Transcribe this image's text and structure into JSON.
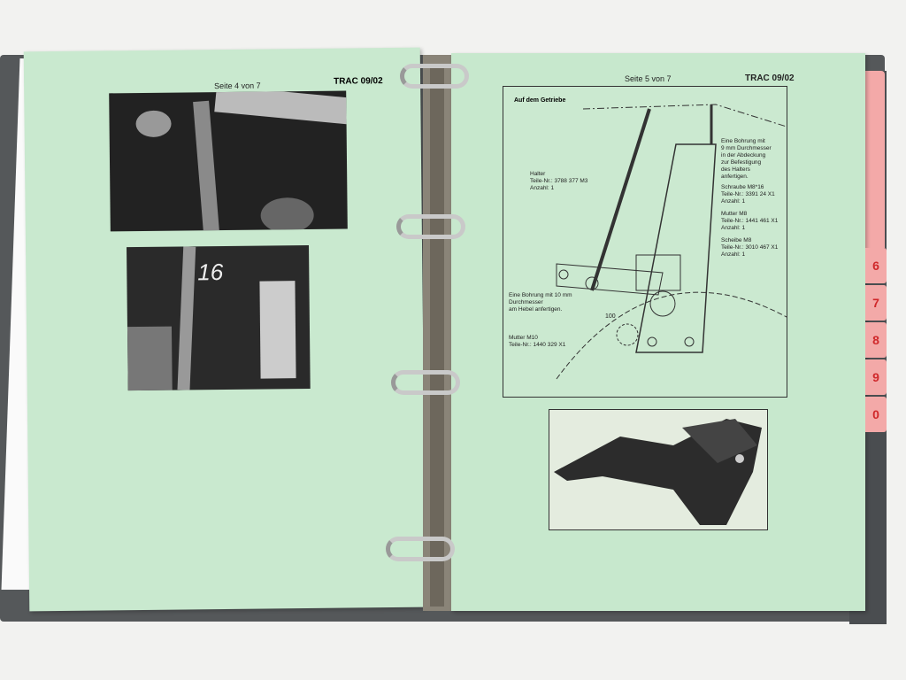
{
  "left_page": {
    "page_label": "Seite 4 von 7",
    "doc_code": "TRAC 09/02",
    "photo_marking": "16"
  },
  "right_page": {
    "page_label": "Seite 5 von 7",
    "doc_code": "TRAC 09/02",
    "diagram": {
      "title": "Auf dem Getriebe",
      "dimension": "100",
      "callouts": [
        {
          "text": "Halter\nTeile-Nr.: 3788 377 M3\nAnzahl: 1"
        },
        {
          "text": "Eine Bohrung mit\n9 mm Durchmesser\nin der Abdeckung\nzur Befestigung\ndes Halters\nanfertigen."
        },
        {
          "text": "Schraube M8*16\nTeile-Nr.: 3391 24 X1\nAnzahl: 1"
        },
        {
          "text": "Mutter M8\nTeile-Nr.: 1441 461 X1\nAnzahl: 1"
        },
        {
          "text": "Scheibe M8\nTeile-Nr.: 3010 467 X1\nAnzahl: 1"
        },
        {
          "text": "Eine Bohrung mit 10 mm\nDurchmesser\nam Hebel anfertigen."
        },
        {
          "text": "Mutter M10\nTeile-Nr.: 1440 329 X1"
        }
      ]
    }
  },
  "tabs": [
    {
      "label": "6"
    },
    {
      "label": "7"
    },
    {
      "label": "8"
    },
    {
      "label": "9"
    },
    {
      "label": "0"
    }
  ],
  "colors": {
    "page": "#c9e9cf",
    "tab": "#f3a9a8",
    "tab_text": "#d0282b",
    "binder": "#55585a"
  }
}
